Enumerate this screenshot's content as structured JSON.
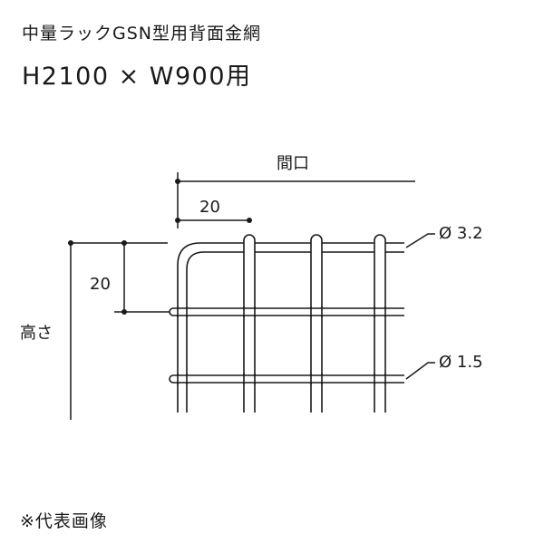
{
  "title": "中量ラックGSN型用背面金網",
  "subtitle": "H2100 × W900用",
  "note": "※代表画像",
  "labels": {
    "opening": "間口",
    "height": "高さ",
    "dim_horizontal": "20",
    "dim_vertical": "20",
    "wire_thick": "Ø 3.2",
    "wire_thin": "Ø 1.5"
  },
  "colors": {
    "line": "#1a1a1a",
    "background": "#ffffff"
  }
}
